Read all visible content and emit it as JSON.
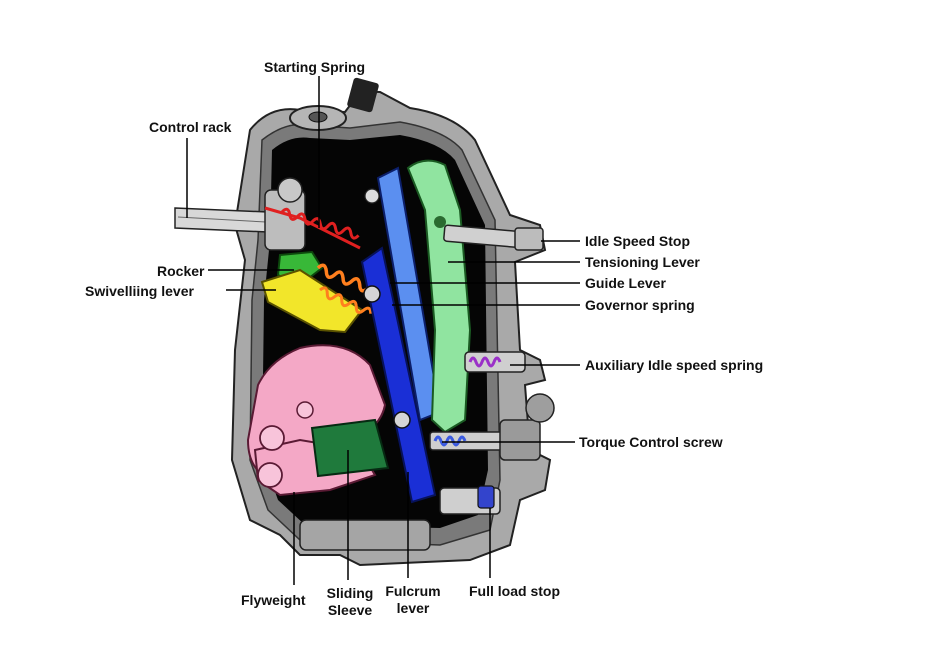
{
  "labels": {
    "starting_spring": "Starting Spring",
    "control_rack": "Control rack",
    "rocker": "Rocker",
    "swivelling_lever": "Swivelliing lever",
    "idle_speed_stop": "Idle Speed Stop",
    "tensioning_lever": "Tensioning Lever",
    "guide_lever": "Guide Lever",
    "governor_spring": "Governor spring",
    "auxiliary_idle_speed_spring": "Auxiliary Idle speed spring",
    "torque_control_screw": "Torque Control screw",
    "flyweight": "Flyweight",
    "sliding_sleeve_line1": "Sliding",
    "sliding_sleeve_line2": "Sleeve",
    "fulcrum_lever_line1": "Fulcrum",
    "fulcrum_lever_line2": "lever",
    "full_load_stop": "Full load stop"
  },
  "colors": {
    "housing": "#a9a9a9",
    "housing_dark": "#6e6e6e",
    "interior": "#000000",
    "flyweight": "#f4a8c6",
    "sliding_sleeve": "#1f7a3c",
    "fulcrum_lever": "#1a2fd6",
    "guide_lever": "#5b8ff0",
    "tensioning_lever": "#90e4a0",
    "rocker": "#38b838",
    "swivelling_lever": "#f2e62a",
    "governor_spring": "#ff7f1e",
    "starting_spring": "#e02020",
    "auxiliary_idle_spring": "#9a30c8",
    "torque_control_screw": "#3a5ae0",
    "full_load_stop": "#3344cc"
  }
}
